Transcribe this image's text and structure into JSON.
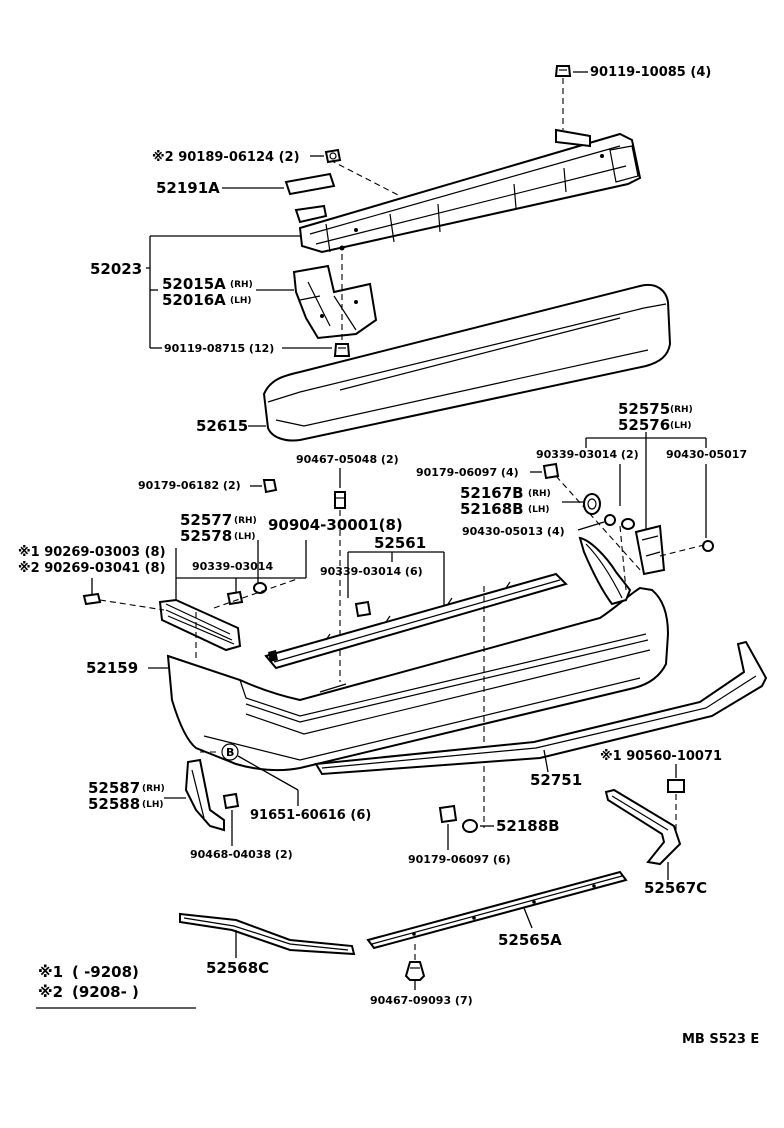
{
  "labels": {
    "bolt_top": "90119-10085 (4)",
    "nut_2": "※2 90189-06124 (2)",
    "spacer": "52191A",
    "assy": "52023",
    "brace_rh": "52015A",
    "brace_lh": "52016A",
    "bolt_brace": "90119-08715 (12)",
    "absorber": "52615",
    "support_rh": "52575",
    "support_lh": "52576",
    "nut_support": "90339-03014 (2)",
    "clip_support": "90430-05017",
    "screw_side": "90179-06097 (4)",
    "retainer_rh": "52167B",
    "retainer_lh": "52168B",
    "clip_side": "90430-05013 (4)",
    "screw_left": "90179-06182 (2)",
    "rivet_mid": "90467-05048 (2)",
    "reflector_rh": "52577",
    "reflector_lh": "52578",
    "nut_reflector": "90339-03014",
    "grommet": "90904-30001(8)",
    "retainer_center": "52561",
    "nut_center": "90339-03014 (6)",
    "clip_1": "※1 90269-03003 (8)",
    "clip_2": "※2 90269-03041 (8)",
    "cover": "52159",
    "moulding": "52751",
    "clip_moulding": "※1 90560-10071",
    "mudguard_rh": "52587",
    "mudguard_lh": "52588",
    "mark_b": "B",
    "screw_b": "91651-60616 (6)",
    "screw_mudguard": "90468-04038 (2)",
    "screw_bottom": "90179-06097 (6)",
    "seal": "52188B",
    "extension_right": "52567C",
    "retainer_bottom": "52565A",
    "extension_left": "52568C",
    "rivet_bottom": "90467-09093 (7)",
    "diagram_code": "MB S523  E",
    "rh": "(RH)",
    "lh": "(LH)"
  },
  "legend": {
    "row1_mark": "※1",
    "row1_range": "(        -9208)",
    "row2_mark": "※2",
    "row2_range": "(9208-        )"
  }
}
